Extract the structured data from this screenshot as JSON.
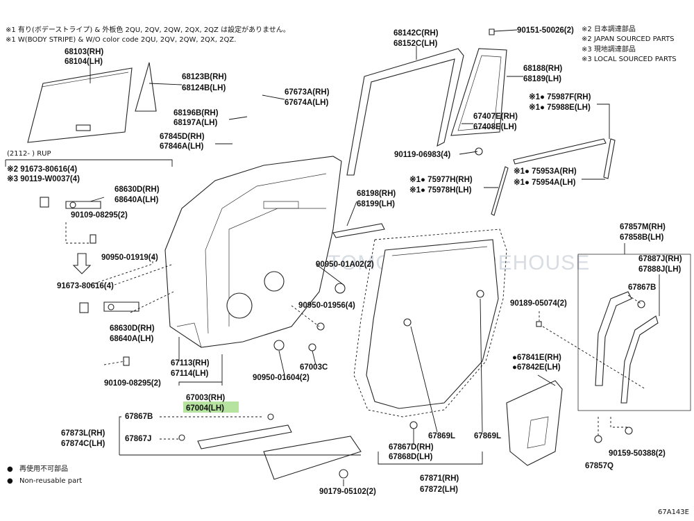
{
  "notes_top": {
    "line1": "※1 有り(ボデーストライプ) & 外板色 2QU, 2QV, 2QW, 2QX, 2QZ は設定がありません。",
    "line2": "※1 W(BODY STRIPE) & W/O color code 2QU, 2QV, 2QW, 2QX, 2QZ."
  },
  "notes_right": {
    "line1": "※2 日本調達部品",
    "line2": "※2 JAPAN SOURCED PARTS",
    "line3": "※3 現地調達部品",
    "line4": "※3 LOCAL SOURCED PARTS"
  },
  "legend": {
    "line1": "再使用不可部品",
    "line2": "Non-reusable part",
    "bullet": "●"
  },
  "date_range": "(2112-        ) RUP",
  "diagram_code": "67A143E",
  "watermark": "AMAYAMA AUTOMOTIVE WAREHOUSE",
  "highlight_color": "#b7e3a0",
  "parts": {
    "p68103": "68103(RH)",
    "p68104": "68104(LH)",
    "p68123": "68123B(RH)",
    "p68124": "68124B(LH)",
    "p68196": "68196B(RH)",
    "p68197": "68197A(LH)",
    "p67845": "67845D(RH)",
    "p67846": "67846A(LH)",
    "p67673": "67673A(RH)",
    "p67674": "67674A(LH)",
    "p68142": "68142C(RH)",
    "p68152": "68152C(LH)",
    "p90151": "90151-50026(2)",
    "p68188": "68188(RH)",
    "p68189": "68189(LH)",
    "p67407": "67407E(RH)",
    "p67408": "67408E(LH)",
    "p90119_06983": "90119-06983(4)",
    "p75987": "※1● 75987F(RH)",
    "p75988": "※1● 75988E(LH)",
    "p75977": "※1● 75977H(RH)",
    "p75978": "※1● 75978H(LH)",
    "p75953": "※1● 75953A(RH)",
    "p75954": "※1● 75954A(LH)",
    "p91673_a": "※2 91673-80616(4)",
    "p90119_w": "※3 90119-W0037(4)",
    "p68630": "68630D(RH)",
    "p68640": "68640A(LH)",
    "p90109_a": "90109-08295(2)",
    "p90950_01919": "90950-01919(4)",
    "p91673_b": "91673-80616(4)",
    "p68630c": "68630D(RH)",
    "p68640c": "68640A(LH)",
    "p90109_b": "90109-08295(2)",
    "p68198": "68198(RH)",
    "p68199": "68199(LH)",
    "p90950_01a02": "90950-01A02(2)",
    "p90950_01956": "90950-01956(4)",
    "p67113": "67113(RH)",
    "p67114": "67114(LH)",
    "p67003c": "67003C",
    "p90950_01604": "90950-01604(2)",
    "p67003": "67003(RH)",
    "p67004": "67004(LH)",
    "p67867b_a": "67867B",
    "p67873": "67873L(RH)",
    "p67874": "67874C(LH)",
    "p67867j": "67867J",
    "p67857m": "67857M(RH)",
    "p67858b": "67858B(LH)",
    "p67887": "67887J(RH)",
    "p67888": "67888J(LH)",
    "p67867b_b": "67867B",
    "p90189": "90189-05074(2)",
    "p67841": "●67841E(RH)",
    "p67842": "●67842E(LH)",
    "p67869l_a": "67869L",
    "p67869l_b": "67869L",
    "p67867d": "67867D(RH)",
    "p67868d": "67868D(LH)",
    "p67871": "67871(RH)",
    "p67872": "67872(LH)",
    "p90159": "90159-50388(2)",
    "p67857q": "67857Q",
    "p90179": "90179-05102(2)"
  }
}
